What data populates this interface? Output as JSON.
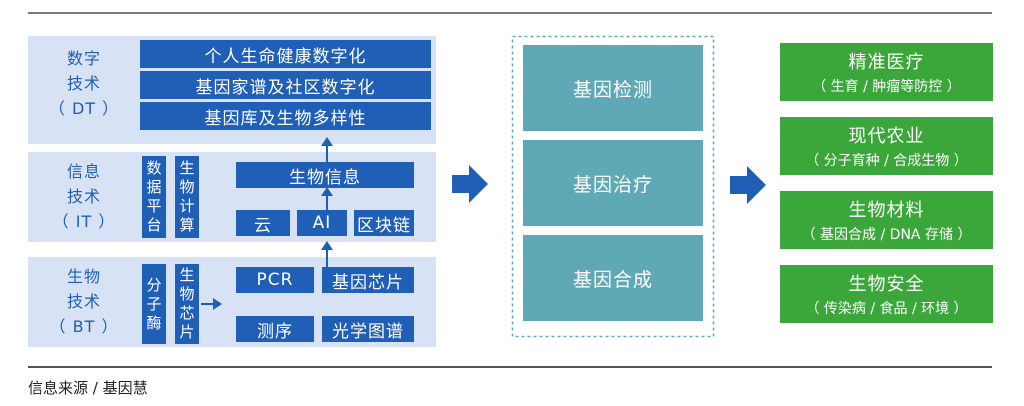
{
  "left": {
    "dt": {
      "label_lines": [
        "数字",
        "技术",
        "（ DT ）"
      ],
      "items": [
        "个人生命健康数字化",
        "基因家谱及社区数字化",
        "基因库及生物多样性"
      ]
    },
    "it": {
      "label_lines": [
        "信息",
        "技术",
        "（ IT ）"
      ],
      "data_platform": [
        "数",
        "据",
        "平",
        "台"
      ],
      "bio_computing": [
        "生",
        "物",
        "计",
        "算"
      ],
      "bio_info": "生物信息",
      "bottom": [
        "云",
        "AI",
        "区块链"
      ]
    },
    "bt": {
      "label_lines": [
        "生物",
        "技术",
        "（ BT ）"
      ],
      "molecular_enzyme": [
        "分",
        "子",
        "酶"
      ],
      "biochip": [
        "生",
        "物",
        "芯",
        "片"
      ],
      "items": [
        "PCR",
        "基因芯片",
        "测序",
        "光学图谱"
      ]
    }
  },
  "middle": [
    "基因检测",
    "基因治疗",
    "基因合成"
  ],
  "right": [
    {
      "title": "精准医疗",
      "sub": "（ 生育 / 肿瘤等防控 ）"
    },
    {
      "title": "现代农业",
      "sub": "（ 分子育种 / 合成生物 ）"
    },
    {
      "title": "生物材料",
      "sub": "（ 基因合成 / DNA 存储 ）"
    },
    {
      "title": "生物安全",
      "sub": "（ 传染病 / 食品 / 环境 ）"
    }
  ],
  "source": "信息来源 / 基因慧",
  "colors": {
    "blue": "#1f5fb5",
    "band": "#d7e3f4",
    "teal": "#5fa9b7",
    "green": "#3ba63a",
    "arrow": "#1f5fb5"
  }
}
